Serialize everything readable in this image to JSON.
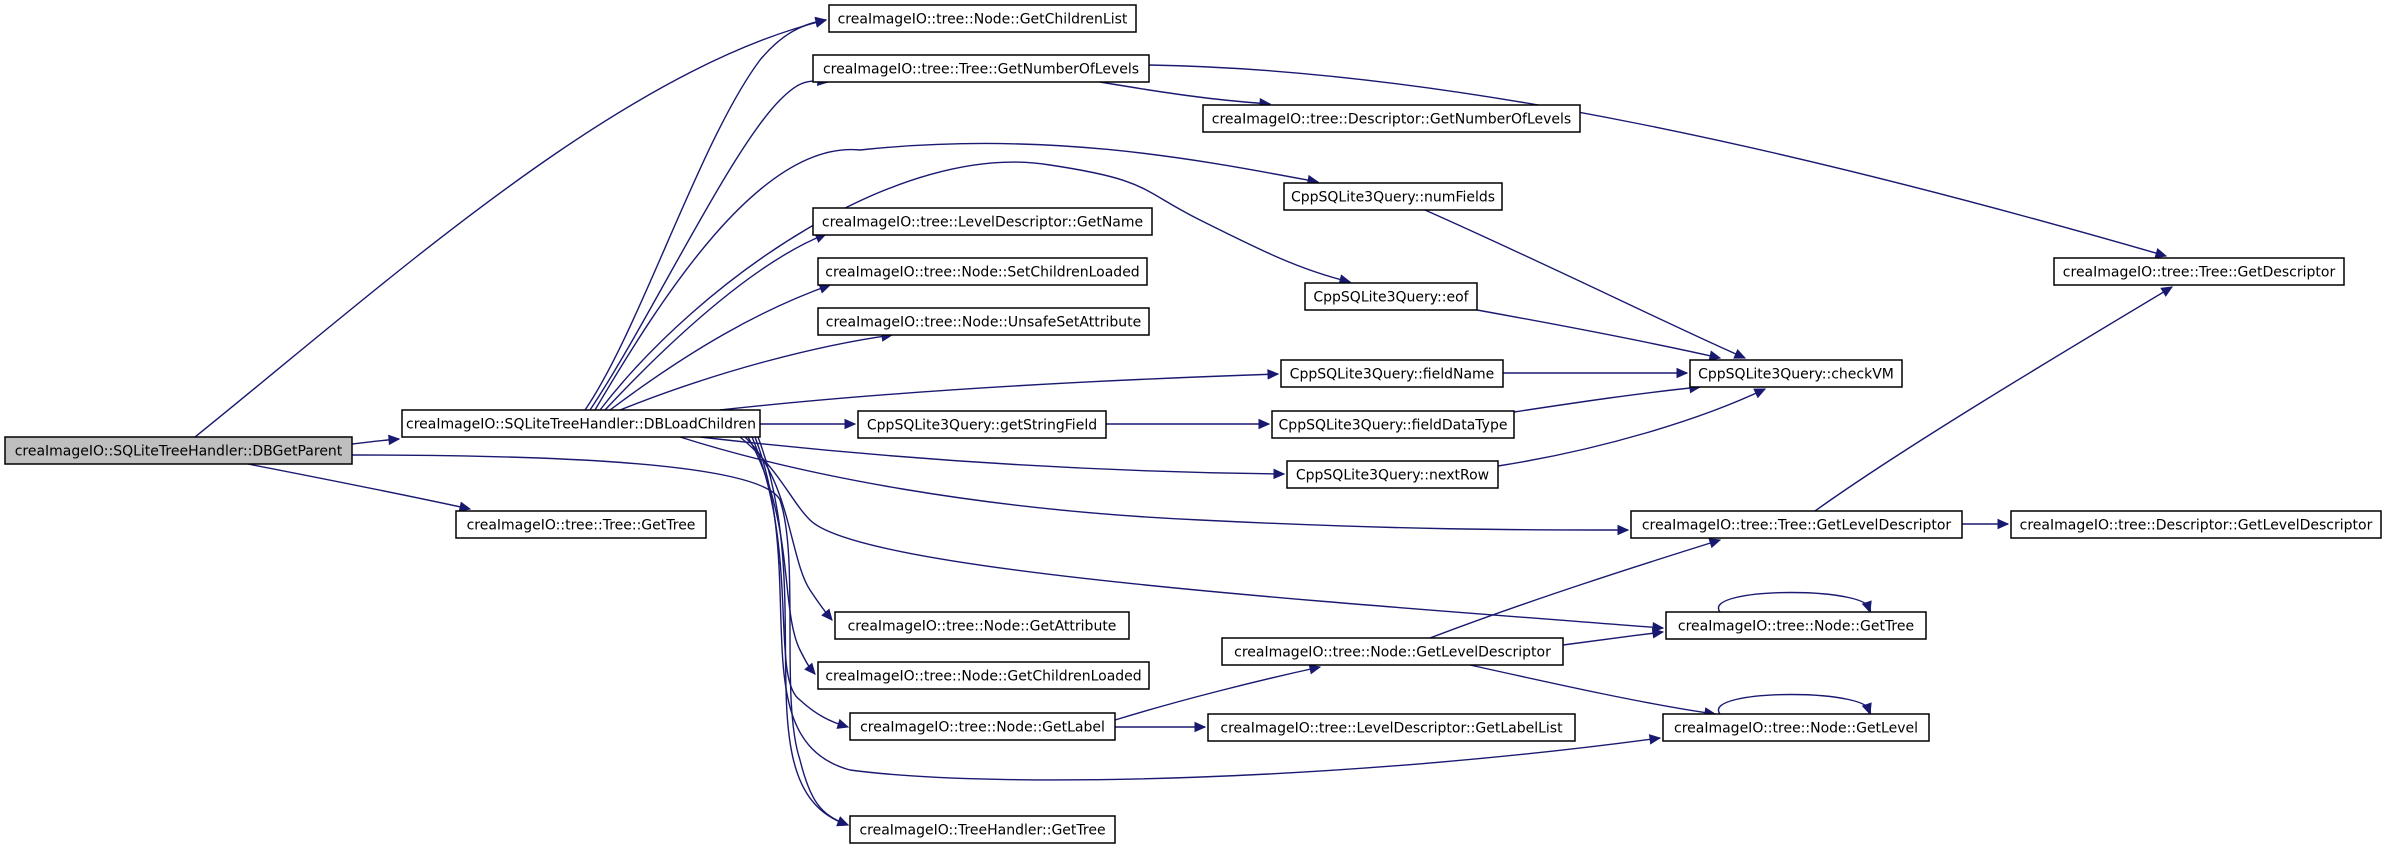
{
  "nodes": {
    "dbgetparent": "creaImageIO::SQLiteTreeHandler::DBGetParent",
    "dbloadchildren": "creaImageIO::SQLiteTreeHandler::DBLoadChildren",
    "tree_gettree": "creaImageIO::tree::Tree::GetTree",
    "node_getchildrenlist": "creaImageIO::tree::Node::GetChildrenList",
    "tree_getnumberoflevels": "creaImageIO::tree::Tree::GetNumberOfLevels",
    "descriptor_getnumberoflevels": "creaImageIO::tree::Descriptor::GetNumberOfLevels",
    "query_numfields": "CppSQLite3Query::numFields",
    "tree_getdescriptor": "creaImageIO::tree::Tree::GetDescriptor",
    "leveldescriptor_getname": "creaImageIO::tree::LevelDescriptor::GetName",
    "node_setchildrenloaded": "creaImageIO::tree::Node::SetChildrenLoaded",
    "query_eof": "CppSQLite3Query::eof",
    "node_unsafesetattribute": "creaImageIO::tree::Node::UnsafeSetAttribute",
    "query_fieldname": "CppSQLite3Query::fieldName",
    "query_checkvm": "CppSQLite3Query::checkVM",
    "query_getstringfield": "CppSQLite3Query::getStringField",
    "query_fielddatatype": "CppSQLite3Query::fieldDataType",
    "query_nextrow": "CppSQLite3Query::nextRow",
    "tree_getleveldescriptor": "creaImageIO::tree::Tree::GetLevelDescriptor",
    "descriptor_getleveldescriptor": "creaImageIO::tree::Descriptor::GetLevelDescriptor",
    "node_getattribute": "creaImageIO::tree::Node::GetAttribute",
    "node_gettree": "creaImageIO::tree::Node::GetTree",
    "node_getleveldescriptor": "creaImageIO::tree::Node::GetLevelDescriptor",
    "node_getchildrenloaded": "creaImageIO::tree::Node::GetChildrenLoaded",
    "node_getlabel": "creaImageIO::tree::Node::GetLabel",
    "leveldescriptor_getlabellist": "creaImageIO::tree::LevelDescriptor::GetLabelList",
    "node_getlevel": "creaImageIO::tree::Node::GetLevel",
    "treehandler_gettree": "creaImageIO::TreeHandler::GetTree"
  },
  "edges": [
    [
      "dbgetparent",
      "node_getchildrenlist"
    ],
    [
      "dbgetparent",
      "dbloadchildren"
    ],
    [
      "dbgetparent",
      "tree_gettree"
    ],
    [
      "dbgetparent",
      "treehandler_gettree"
    ],
    [
      "dbloadchildren",
      "node_getchildrenlist"
    ],
    [
      "dbloadchildren",
      "tree_getnumberoflevels"
    ],
    [
      "dbloadchildren",
      "query_numfields"
    ],
    [
      "dbloadchildren",
      "query_eof"
    ],
    [
      "dbloadchildren",
      "leveldescriptor_getname"
    ],
    [
      "dbloadchildren",
      "node_setchildrenloaded"
    ],
    [
      "dbloadchildren",
      "node_unsafesetattribute"
    ],
    [
      "dbloadchildren",
      "query_fieldname"
    ],
    [
      "dbloadchildren",
      "query_getstringfield"
    ],
    [
      "dbloadchildren",
      "query_nextrow"
    ],
    [
      "dbloadchildren",
      "tree_getleveldescriptor"
    ],
    [
      "dbloadchildren",
      "node_gettree"
    ],
    [
      "dbloadchildren",
      "node_getattribute"
    ],
    [
      "dbloadchildren",
      "node_getchildrenloaded"
    ],
    [
      "dbloadchildren",
      "node_getlabel"
    ],
    [
      "dbloadchildren",
      "node_getlevel"
    ],
    [
      "dbloadchildren",
      "treehandler_gettree"
    ],
    [
      "tree_getnumberoflevels",
      "descriptor_getnumberoflevels"
    ],
    [
      "tree_getnumberoflevels",
      "tree_getdescriptor"
    ],
    [
      "query_numfields",
      "query_checkvm"
    ],
    [
      "query_eof",
      "query_checkvm"
    ],
    [
      "query_fieldname",
      "query_checkvm"
    ],
    [
      "query_getstringfield",
      "query_fielddatatype"
    ],
    [
      "query_fielddatatype",
      "query_checkvm"
    ],
    [
      "query_nextrow",
      "query_checkvm"
    ],
    [
      "tree_getleveldescriptor",
      "tree_getdescriptor"
    ],
    [
      "tree_getleveldescriptor",
      "descriptor_getleveldescriptor"
    ],
    [
      "node_gettree",
      "node_gettree"
    ],
    [
      "node_getlabel",
      "node_getleveldescriptor"
    ],
    [
      "node_getlabel",
      "leveldescriptor_getlabellist"
    ],
    [
      "node_getleveldescriptor",
      "tree_getleveldescriptor"
    ],
    [
      "node_getleveldescriptor",
      "node_gettree"
    ],
    [
      "node_getleveldescriptor",
      "node_getlevel"
    ],
    [
      "node_getlevel",
      "node_getlevel"
    ]
  ],
  "colors": {
    "edge": "#191970",
    "root_fill": "#bfbfbf",
    "node_fill": "#ffffff",
    "node_border": "#000000"
  }
}
